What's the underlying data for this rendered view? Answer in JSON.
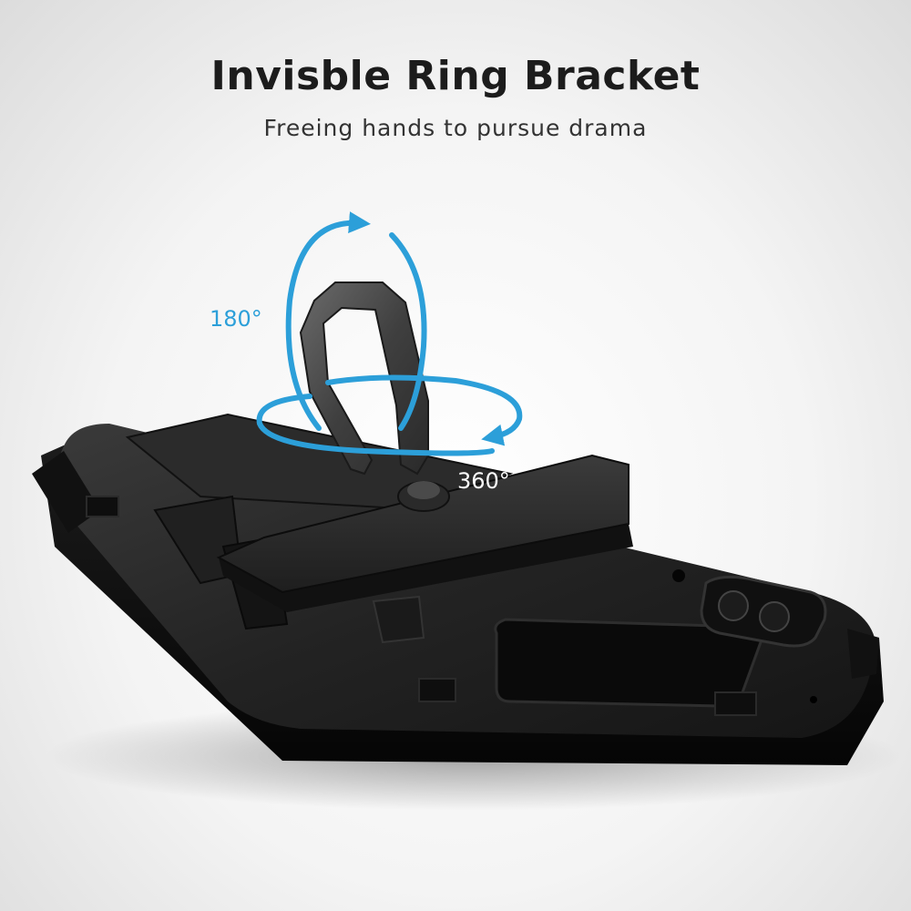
{
  "header": {
    "title": "Invisble Ring Bracket",
    "subtitle": "Freeing hands to pursue drama"
  },
  "annotations": {
    "vertical_rotation": "180°",
    "horizontal_rotation": "360°"
  },
  "colors": {
    "accent_blue": "#2c9fd9",
    "case_black": "#1a1a1a",
    "title_text": "#1c1c1c"
  }
}
